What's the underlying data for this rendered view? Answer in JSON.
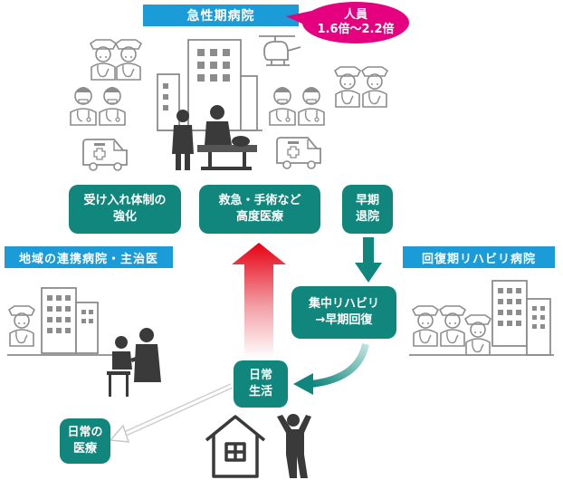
{
  "acute_hospital": {
    "title": "急性期病院",
    "staff_bubble_line1": "人員",
    "staff_bubble_line2": "1.6倍〜2.2倍"
  },
  "functions": {
    "acceptance_line1": "受け入れ体制の",
    "acceptance_line2": "強化",
    "emergency_line1": "救急・手術など",
    "emergency_line2": "高度医療",
    "early_discharge_line1": "早期",
    "early_discharge_line2": "退院"
  },
  "regional": {
    "title": "地域の連携病院・主治医"
  },
  "recovery": {
    "title": "回復期リハビリ病院",
    "rehab_line1": "集中リハビリ",
    "rehab_line2": "→早期回復"
  },
  "daily_life": {
    "line1": "日常",
    "line2": "生活"
  },
  "daily_care": {
    "line1": "日常の",
    "line2": "医療"
  },
  "colors": {
    "tag_blue": "#1b9bd8",
    "teal": "#11867c",
    "pink": "#e4007f",
    "red_arrow": "#e60012",
    "icon_gray": "#8c8c8c",
    "dark_gray": "#3a3a3a"
  }
}
